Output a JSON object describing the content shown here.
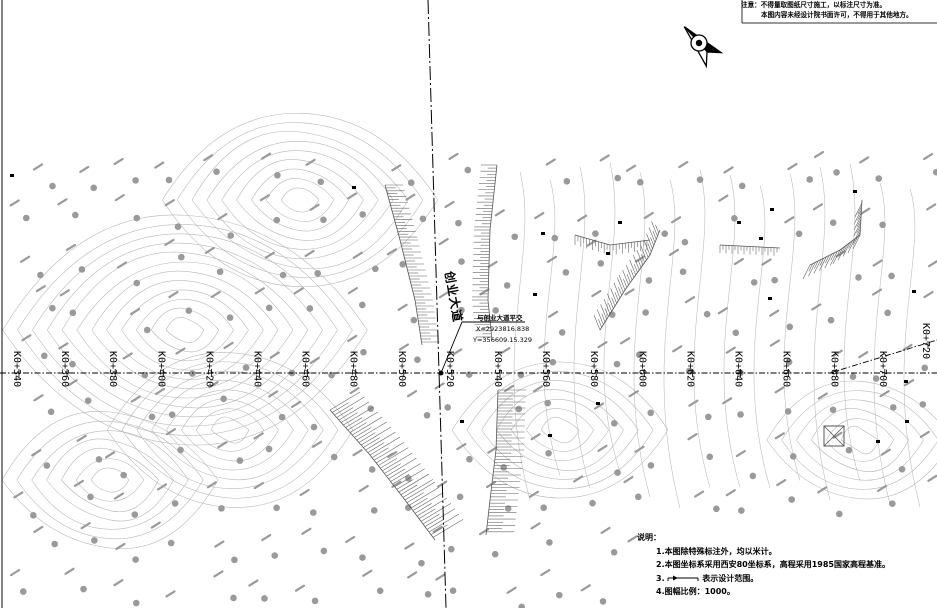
{
  "notes_top": [
    "注意：不得量取图纸尺寸施工，以标注尺寸为准。",
    "本图内容未经设计院书面许可，不得用于其他地方。"
  ],
  "road_name": "创业大道",
  "control_point": {
    "title": "与创业大道平交",
    "x_text": "X=2923816.838",
    "y_text": "Y=356609.15.329"
  },
  "stations": [
    "K0+340",
    "K0+360",
    "K0+380",
    "K0+400",
    "K0+420",
    "K0+440",
    "K0+460",
    "K0+480",
    "K0+500",
    "K0+520",
    "K0+540",
    "K0+560",
    "K0+580",
    "K0+600",
    "K0+620",
    "K0+640",
    "K0+660",
    "K0+680",
    "K0+700",
    "K0+720"
  ],
  "legend": {
    "title": "说明：",
    "items": [
      "1.本图除特殊标注外，均以米计。",
      "2.本图坐标系采用西安80坐标系，高程采用1985国家高程基准。",
      "3.",
      "4.图幅比例：1000。"
    ],
    "item3_suffix": "表示设计范围。"
  },
  "colors": {
    "ink": "#000000",
    "terrain": "#9a9a9a",
    "contour": "#b8b8b8",
    "frame": "#333333"
  }
}
